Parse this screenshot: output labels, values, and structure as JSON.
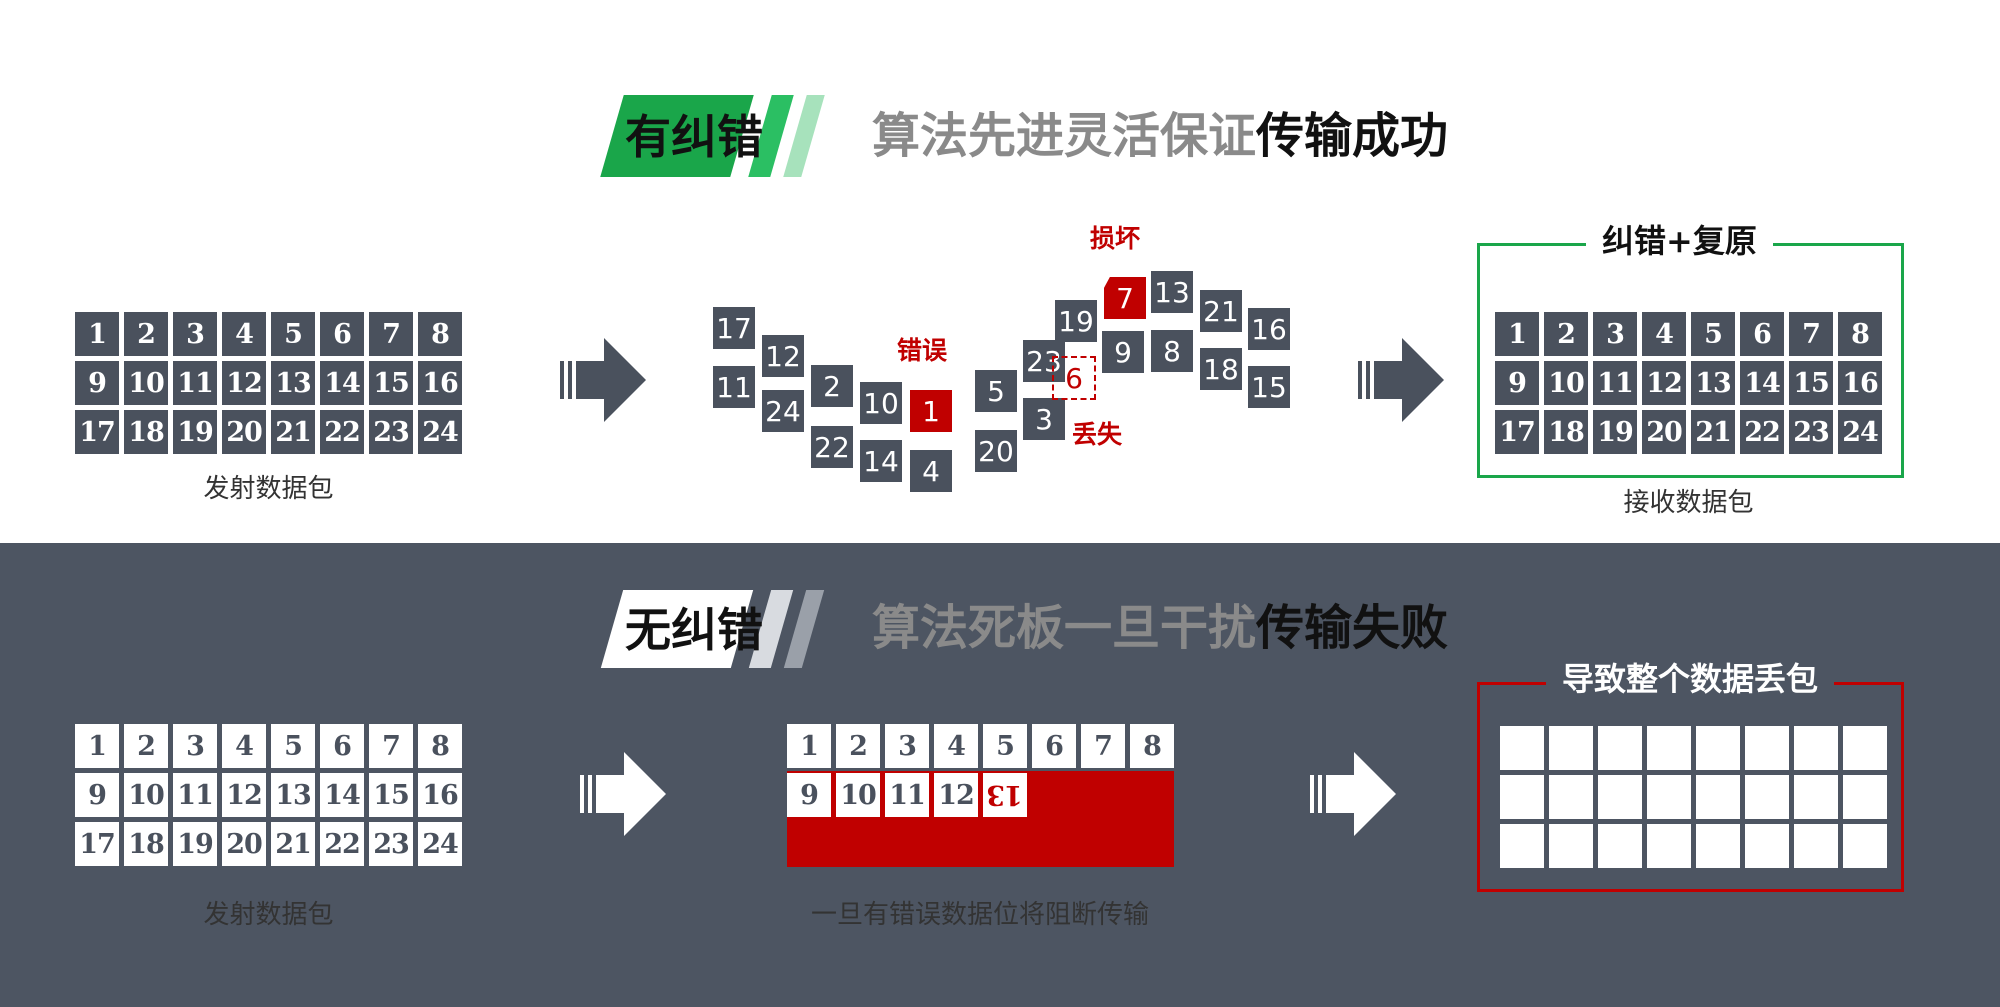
{
  "colors": {
    "dark": "#4a515d",
    "bottom_bg": "#4d5562",
    "red": "#c00000",
    "green": "#1aa64a"
  },
  "top": {
    "tag": "有纠错",
    "headline_dim": "算法先进灵活保证",
    "headline_strong": "传输成功",
    "send_caption": "发射数据包",
    "receive_caption": "接收数据包",
    "receive_box_title": "纠错+复原",
    "label_damaged": "损坏",
    "label_error": "错误",
    "label_lost": "丢失"
  },
  "bottom": {
    "tag": "无纠错",
    "headline_dim": "算法死板一旦干扰",
    "headline_strong": "传输失败",
    "send_caption": "发射数据包",
    "middle_caption": "一旦有错误数据位将阻断传输",
    "fail_box_title": "导致整个数据丢包"
  },
  "packets": [
    "1",
    "2",
    "3",
    "4",
    "5",
    "6",
    "7",
    "8",
    "9",
    "10",
    "11",
    "12",
    "13",
    "14",
    "15",
    "16",
    "17",
    "18",
    "19",
    "20",
    "21",
    "22",
    "23",
    "24"
  ],
  "partial_packets": [
    "1",
    "2",
    "3",
    "4",
    "5",
    "6",
    "7",
    "8",
    "9",
    "10",
    "11",
    "12"
  ],
  "error_packet": "13",
  "scattered": [
    {
      "n": "17",
      "state": "normal"
    },
    {
      "n": "11",
      "state": "normal"
    },
    {
      "n": "12",
      "state": "normal"
    },
    {
      "n": "24",
      "state": "normal"
    },
    {
      "n": "2",
      "state": "normal"
    },
    {
      "n": "22",
      "state": "normal"
    },
    {
      "n": "10",
      "state": "normal"
    },
    {
      "n": "14",
      "state": "normal"
    },
    {
      "n": "1",
      "state": "error"
    },
    {
      "n": "4",
      "state": "normal"
    },
    {
      "n": "5",
      "state": "normal"
    },
    {
      "n": "20",
      "state": "normal"
    },
    {
      "n": "3",
      "state": "normal"
    },
    {
      "n": "23",
      "state": "normal"
    },
    {
      "n": "6",
      "state": "lost"
    },
    {
      "n": "19",
      "state": "normal"
    },
    {
      "n": "7",
      "state": "damaged"
    },
    {
      "n": "9",
      "state": "normal"
    },
    {
      "n": "13",
      "state": "normal"
    },
    {
      "n": "8",
      "state": "normal"
    },
    {
      "n": "21",
      "state": "normal"
    },
    {
      "n": "18",
      "state": "normal"
    },
    {
      "n": "16",
      "state": "normal"
    },
    {
      "n": "15",
      "state": "normal"
    }
  ]
}
